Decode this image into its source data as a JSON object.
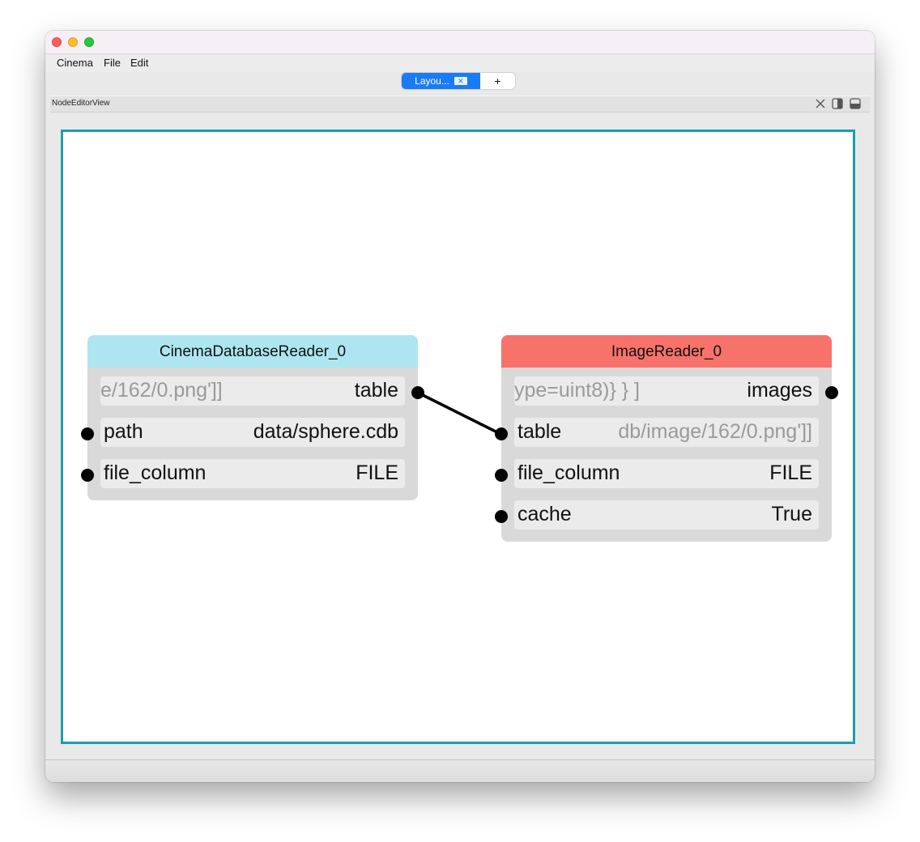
{
  "window": {
    "menu": [
      "Cinema",
      "File",
      "Edit"
    ],
    "tab": {
      "label": "Layou...",
      "close_glyph": "✕",
      "add_label": "+"
    },
    "view_header": {
      "title": "NodeEditorView"
    }
  },
  "colors": {
    "canvas_border": "#1d9ea7",
    "reader_header": "#ade6f0",
    "image_reader_header": "#f7726b",
    "tab_active": "#1a7cf5"
  },
  "nodes": [
    {
      "title": "CinemaDatabaseReader_0",
      "rows": [
        {
          "key": "e/162/0.png']]",
          "value": "table"
        },
        {
          "key": "path",
          "value": "data/sphere.cdb"
        },
        {
          "key": "file_column",
          "value": "FILE"
        }
      ]
    },
    {
      "title": "ImageReader_0",
      "rows": [
        {
          "key": "ype=uint8)} } ]",
          "value": "images"
        },
        {
          "key": "table",
          "value": "db/image/162/0.png']]"
        },
        {
          "key": "file_column",
          "value": "FILE"
        },
        {
          "key": "cache",
          "value": "True"
        }
      ]
    }
  ]
}
